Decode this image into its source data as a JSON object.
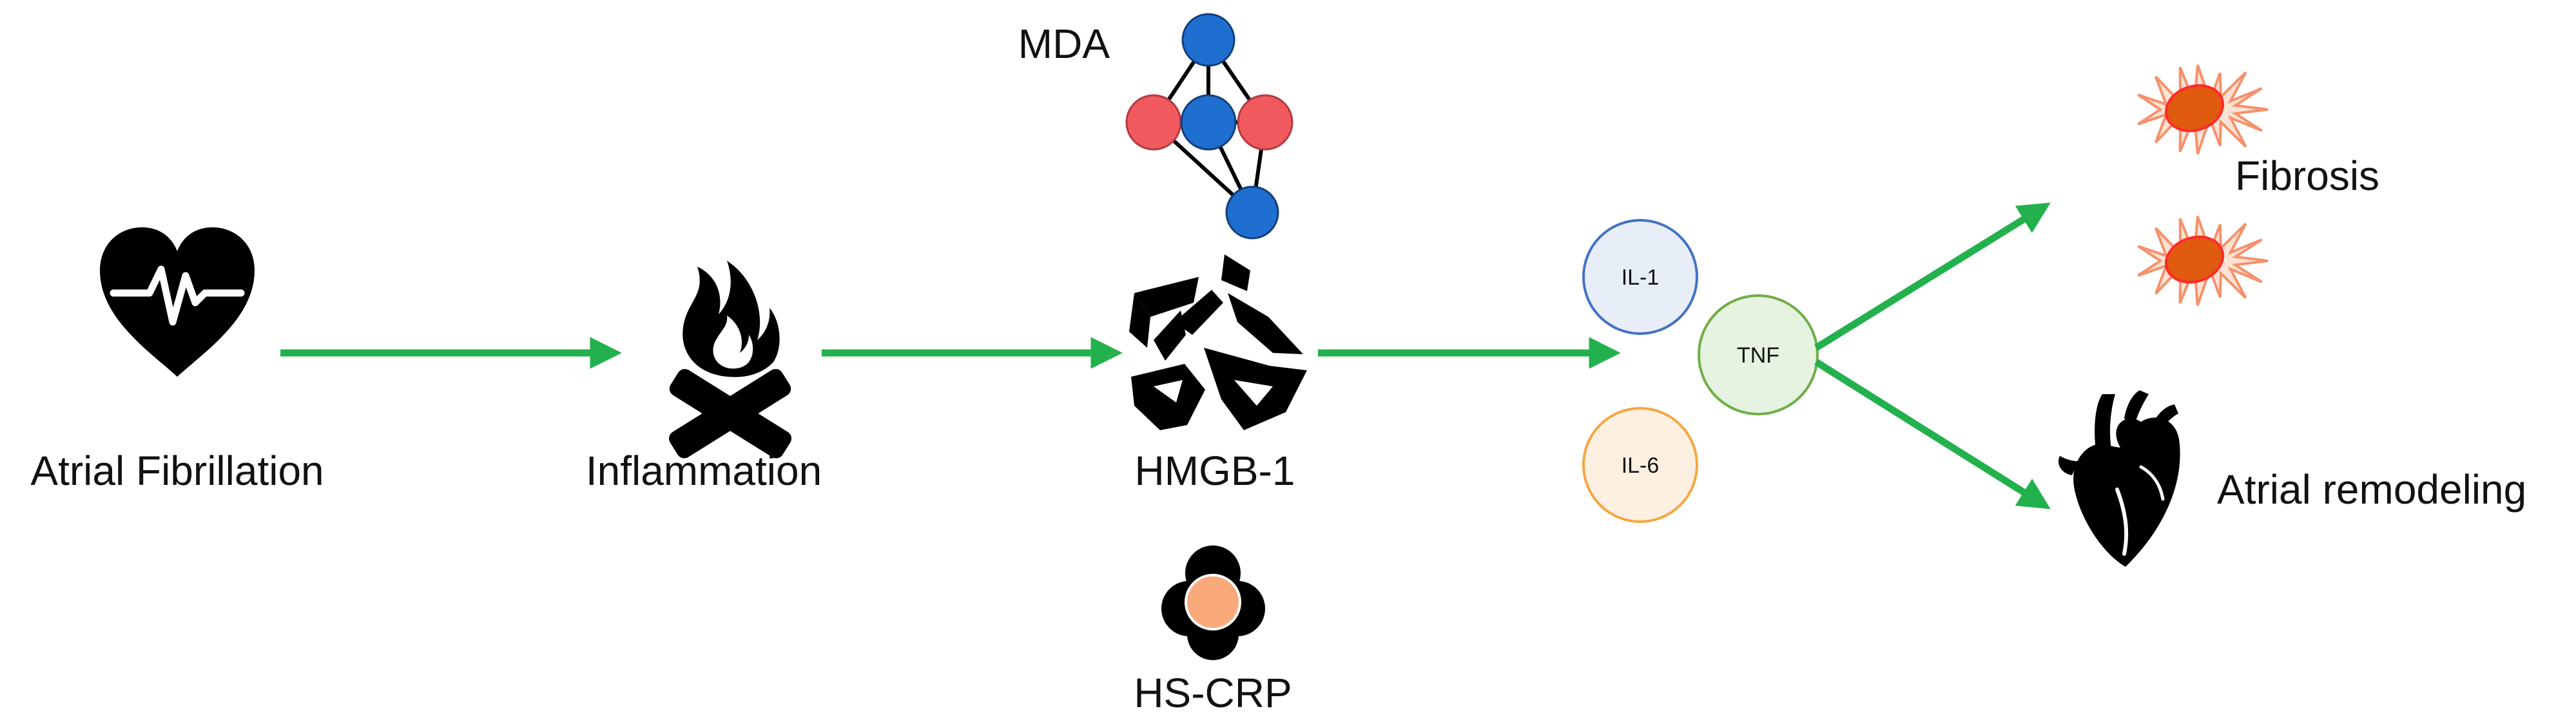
{
  "nodes": {
    "atrial_fibrillation": "Atrial Fibrillation",
    "inflammation": "Inflammation",
    "hmgb1": "HMGB-1",
    "mda": "MDA",
    "hs_crp": "HS-CRP",
    "il1": "IL-1",
    "tnf": "TNF",
    "il6": "IL-6",
    "fibrosis": "Fibrosis",
    "atrial_remodeling": "Atrial remodeling"
  },
  "icons": {
    "af": "heart-ecg-icon",
    "inflammation": "campfire-icon",
    "hmgb1": "hmgb1-protein-icon",
    "mda": "mda-molecule-icon",
    "hs_crp": "crp-pentamer-icon",
    "fibrosis": "fibroblast-cell-icon",
    "remodeling": "anatomical-heart-icon"
  },
  "colors": {
    "arrow": "#22b14c",
    "mda_blue": "#1f6fd1",
    "mda_red": "#f05a5f",
    "il1_fill": "#e8eef8",
    "il1_stroke": "#4472c4",
    "tnf_fill": "#e6f3e0",
    "tnf_stroke": "#70ad47",
    "il6_fill": "#fdf0e0",
    "il6_stroke": "#f4a742",
    "cell_fill": "#fbe2d2",
    "cell_stroke": "#f5916b",
    "nucleus_fill": "#e05a10",
    "nucleus_stroke": "#ff2a2a",
    "crp_center": "#f9a97a"
  }
}
